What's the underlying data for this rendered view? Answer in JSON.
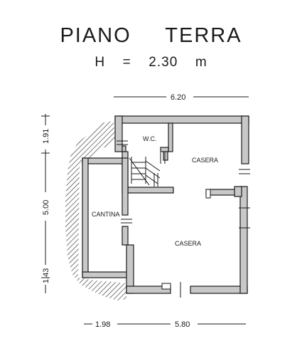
{
  "header": {
    "title": "PIANO  TERRA",
    "height": "H  =  2.30  m"
  },
  "dimensions": {
    "top_width": "6.20",
    "left_upper": "1.91",
    "left_middle": "5.00",
    "left_lower": "1.43",
    "bottom_left": "1.98",
    "bottom_right": "5.80"
  },
  "rooms": {
    "wc": "W.C.",
    "casera_top": "CASERA",
    "cantina": "CANTINA",
    "casera_bottom": "CASERA"
  },
  "colors": {
    "wall_fill": "#c8c8c8",
    "line": "#1a1a1a"
  }
}
